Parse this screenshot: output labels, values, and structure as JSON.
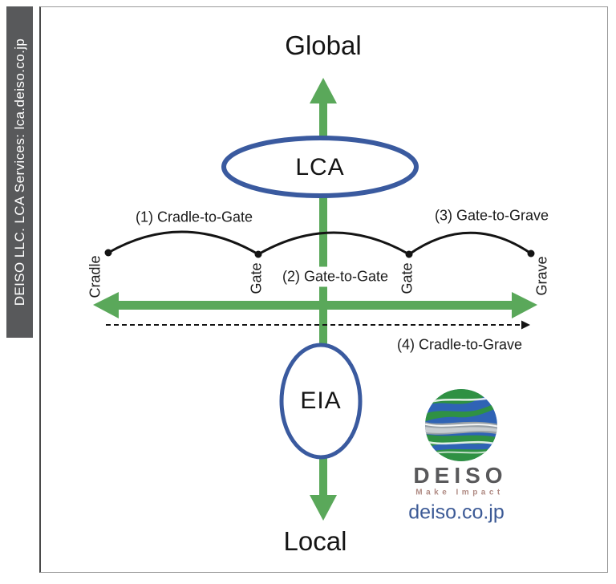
{
  "sidebar": {
    "text": "DEISO LLC. LCA Services: lca.deiso.co.jp"
  },
  "axes": {
    "top": "Global",
    "bottom": "Local"
  },
  "nodes": {
    "lca": "LCA",
    "eia": "EIA"
  },
  "stages": [
    "Cradle",
    "Gate",
    "Gate",
    "Grave"
  ],
  "scopes": [
    "(1) Cradle-to-Gate",
    "(2) Gate-to-Gate",
    "(3) Gate-to-Grave",
    "(4) Cradle-to-Grave"
  ],
  "logo": {
    "wordmark": "DEISO",
    "tagline": "Make Impact",
    "site": "deiso.co.jp"
  },
  "colors": {
    "axis_green": "#5aa85a",
    "ellipse_blue": "#3a5a9f",
    "sidebar_gray": "#58595b",
    "wordmark_gray": "#59595b",
    "tagline_rose": "#b08b84",
    "site_blue": "#3c5a96"
  }
}
